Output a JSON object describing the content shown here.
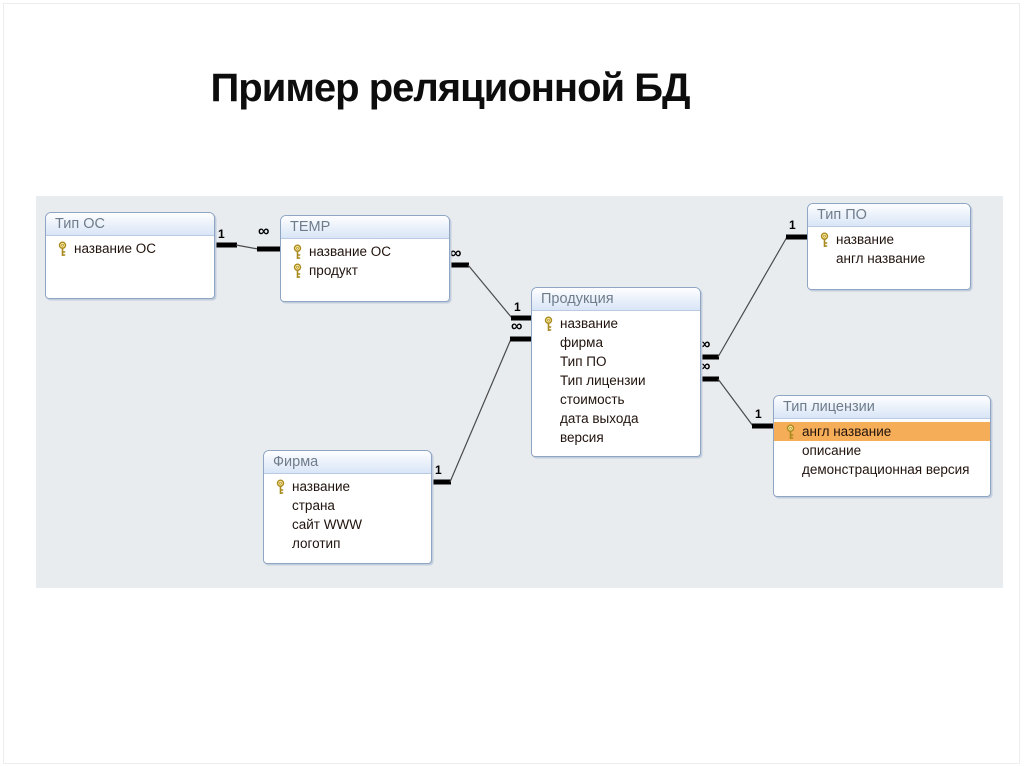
{
  "title": "Пример реляционной БД",
  "colors": {
    "panel_background": "#e9ecef",
    "table_border": "#8ea6c4",
    "table_header_blue": "#d9e6f7",
    "highlight_orange": "#f6ad58",
    "key_gold": "#c9a227",
    "line_black": "#000000"
  },
  "diagram": {
    "tables": [
      {
        "title": "Тип ОС",
        "fields": [
          {
            "name": "название ОС",
            "key": true
          }
        ]
      },
      {
        "title": "TEMP",
        "fields": [
          {
            "name": "название ОС",
            "key": true
          },
          {
            "name": "продукт",
            "key": true
          }
        ]
      },
      {
        "title": "Продукция",
        "fields": [
          {
            "name": "название",
            "key": true
          },
          {
            "name": "фирма",
            "key": false
          },
          {
            "name": "Тип ПО",
            "key": false
          },
          {
            "name": "Тип лицензии",
            "key": false
          },
          {
            "name": "стоимость",
            "key": false
          },
          {
            "name": "дата выхода",
            "key": false
          },
          {
            "name": "версия",
            "key": false
          }
        ]
      },
      {
        "title": "Тип ПО",
        "fields": [
          {
            "name": "название",
            "key": true
          },
          {
            "name": "англ название",
            "key": false
          }
        ]
      },
      {
        "title": "Тип лицензии",
        "fields": [
          {
            "name": "англ название",
            "key": true,
            "highlighted": true
          },
          {
            "name": "описание",
            "key": false
          },
          {
            "name": "демонстрационная версия",
            "key": false
          }
        ]
      },
      {
        "title": "Фирма",
        "fields": [
          {
            "name": "название",
            "key": true
          },
          {
            "name": "страна",
            "key": false
          },
          {
            "name": "сайт WWW",
            "key": false
          },
          {
            "name": "логотип",
            "key": false
          }
        ]
      }
    ],
    "relationships": [
      {
        "from": "Тип ОС",
        "to": "TEMP",
        "from_label": "1",
        "to_label": "∞"
      },
      {
        "from": "TEMP",
        "to": "Продукция",
        "from_label": "∞",
        "to_label": "1"
      },
      {
        "from": "Фирма",
        "to": "Продукция",
        "from_label": "1",
        "to_label": "∞"
      },
      {
        "from": "Продукция",
        "to": "Тип ПО",
        "from_label": "∞",
        "to_label": "1"
      },
      {
        "from": "Продукция",
        "to": "Тип лицензии",
        "from_label": "∞",
        "to_label": "1"
      }
    ]
  }
}
